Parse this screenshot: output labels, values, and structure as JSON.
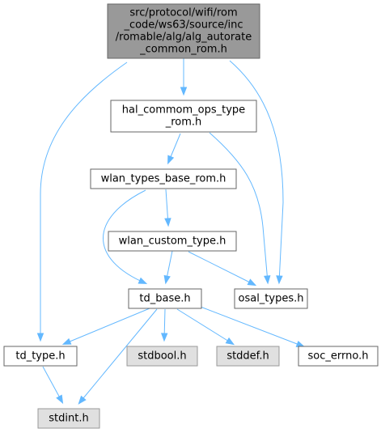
{
  "colors": {
    "root_fill": "#999999",
    "normal_fill": "#ffffff",
    "system_fill": "#e0e0e0",
    "border": "#666666",
    "system_border": "#999999",
    "edge": "#63b8ff"
  },
  "nodes": {
    "root": {
      "kind": "root",
      "lines": [
        "src/protocol/wifi/rom",
        "_code/ws63/source/inc",
        "/romable/alg/alg_autorate",
        "_common_rom.h"
      ]
    },
    "hal_commom_ops_type_rom": {
      "kind": "normal",
      "lines": [
        "hal_commom_ops_type",
        "_rom.h"
      ]
    },
    "wlan_types_base_rom": {
      "kind": "normal",
      "lines": [
        "wlan_types_base_rom.h"
      ]
    },
    "wlan_custom_type": {
      "kind": "normal",
      "lines": [
        "wlan_custom_type.h"
      ]
    },
    "osal_types": {
      "kind": "normal",
      "lines": [
        "osal_types.h"
      ]
    },
    "td_base": {
      "kind": "normal",
      "lines": [
        "td_base.h"
      ]
    },
    "td_type": {
      "kind": "normal",
      "lines": [
        "td_type.h"
      ]
    },
    "stdbool": {
      "kind": "system",
      "lines": [
        "stdbool.h"
      ]
    },
    "stddef": {
      "kind": "system",
      "lines": [
        "stddef.h"
      ]
    },
    "soc_errno": {
      "kind": "normal",
      "lines": [
        "soc_errno.h"
      ]
    },
    "stdint": {
      "kind": "system",
      "lines": [
        "stdint.h"
      ]
    }
  },
  "edges": [
    {
      "from": "root",
      "to": "hal_commom_ops_type_rom"
    },
    {
      "from": "root",
      "to": "td_type"
    },
    {
      "from": "root",
      "to": "osal_types"
    },
    {
      "from": "hal_commom_ops_type_rom",
      "to": "wlan_types_base_rom"
    },
    {
      "from": "hal_commom_ops_type_rom",
      "to": "osal_types"
    },
    {
      "from": "wlan_types_base_rom",
      "to": "wlan_custom_type"
    },
    {
      "from": "wlan_types_base_rom",
      "to": "td_base"
    },
    {
      "from": "wlan_custom_type",
      "to": "td_base"
    },
    {
      "from": "wlan_custom_type",
      "to": "osal_types"
    },
    {
      "from": "td_base",
      "to": "td_type"
    },
    {
      "from": "td_base",
      "to": "stdbool"
    },
    {
      "from": "td_base",
      "to": "stddef"
    },
    {
      "from": "td_base",
      "to": "soc_errno"
    },
    {
      "from": "td_base",
      "to": "stdint"
    },
    {
      "from": "td_type",
      "to": "stdint"
    }
  ]
}
